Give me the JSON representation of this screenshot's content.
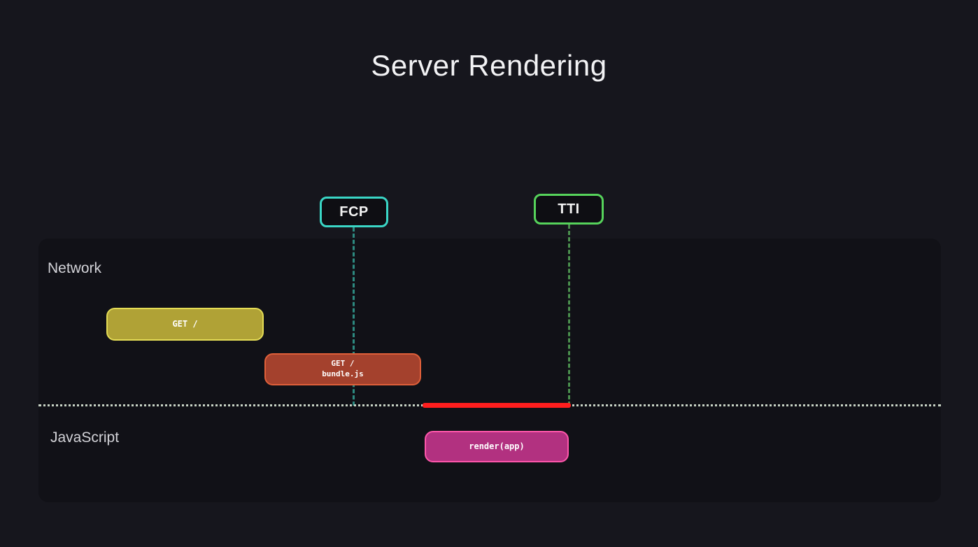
{
  "title": "Server Rendering",
  "colors": {
    "background": "#16161d",
    "panel": "#111117",
    "fcp_border": "#3ad6c6",
    "tti_border": "#56d35b",
    "fcp_line": "#2d8a80",
    "tti_line": "#4a8f4d",
    "divider": "#c9d4c6",
    "long_task": "#ff1e1e"
  },
  "markers": {
    "fcp": {
      "label": "FCP"
    },
    "tti": {
      "label": "TTI"
    }
  },
  "lanes": {
    "network": {
      "label": "Network"
    },
    "javascript": {
      "label": "JavaScript"
    }
  },
  "bars": {
    "get_root": {
      "label": "GET /",
      "fill": "#b0a236",
      "border": "#e4dc55"
    },
    "get_bundle": {
      "label": "GET /\nbundle.js",
      "fill": "#a4412d",
      "border": "#e0603a"
    },
    "render_app": {
      "label": "render(app)",
      "fill": "#b23180",
      "border": "#ff57ab"
    }
  }
}
